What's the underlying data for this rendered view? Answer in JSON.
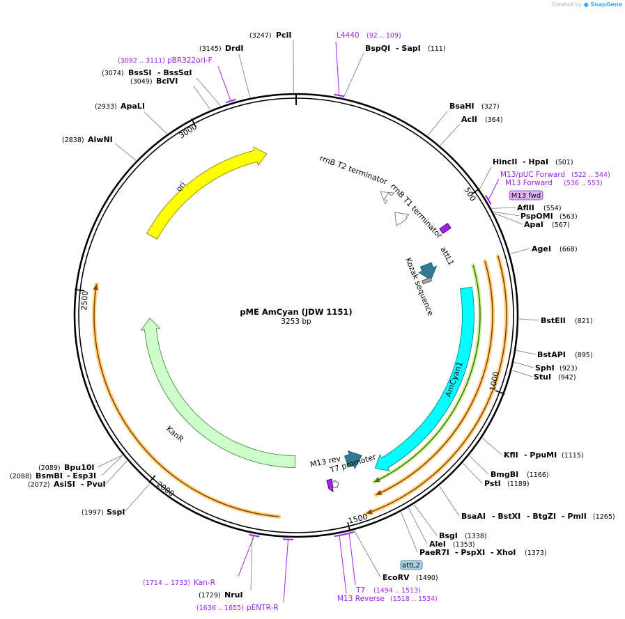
{
  "credit": {
    "prefix": "Created by",
    "brand": "SnapGene"
  },
  "plasmid": {
    "name": "pME AmCyan (JDW 1151)",
    "size_label": "3253 bp"
  },
  "ticks": [
    "500",
    "1000",
    "1500",
    "2000",
    "2500",
    "3000"
  ],
  "enzymes": [
    {
      "id": "pcii",
      "pos": "(3247)",
      "name": "PciI"
    },
    {
      "id": "drdi",
      "pos": "(3145)",
      "name": "DrdI"
    },
    {
      "id": "bsssi",
      "pos": "(3074)",
      "name": "BssSI",
      "alt": "- BssSαI"
    },
    {
      "id": "bcivi",
      "pos": "(3049)",
      "name": "BciVI"
    },
    {
      "id": "apali",
      "pos": "(2933)",
      "name": "ApaLI"
    },
    {
      "id": "alwni",
      "pos": "(2838)",
      "name": "AlwNI"
    },
    {
      "id": "bspqi",
      "name": "BspQI",
      "alt": "- SapI",
      "pos": "(111)"
    },
    {
      "id": "bsahi",
      "name": "BsaHI",
      "pos": "(327)"
    },
    {
      "id": "acli",
      "name": "AclI",
      "pos": "(364)"
    },
    {
      "id": "hincii",
      "name": "HincII",
      "alt": "- HpaI",
      "pos": "(501)"
    },
    {
      "id": "aflii",
      "name": "AflII",
      "pos": "(554)"
    },
    {
      "id": "pspomi",
      "name": "PspOMI",
      "pos": "(563)"
    },
    {
      "id": "apai",
      "name": "ApaI",
      "pos": "(567)"
    },
    {
      "id": "agei",
      "name": "AgeI",
      "pos": "(668)"
    },
    {
      "id": "bsteii",
      "name": "BstEII",
      "pos": "(821)"
    },
    {
      "id": "bstapi",
      "name": "BstAPI",
      "pos": "(895)"
    },
    {
      "id": "sphi",
      "name": "SphI",
      "pos": "(923)"
    },
    {
      "id": "stui",
      "name": "StuI",
      "pos": "(942)"
    },
    {
      "id": "kfli",
      "name": "KflI",
      "alt": "- PpuMI",
      "pos": "(1115)"
    },
    {
      "id": "bmgbi",
      "name": "BmgBI",
      "pos": "(1166)"
    },
    {
      "id": "psti",
      "name": "PstI",
      "pos": "(1189)"
    },
    {
      "id": "bsaai",
      "name": "BsaAI",
      "alt": "- BstXI",
      "alt2": "- BtgZI",
      "alt3": "- PmlI",
      "pos": "(1265)"
    },
    {
      "id": "bsgi",
      "name": "BsgI",
      "pos": "(1338)"
    },
    {
      "id": "alei",
      "name": "AleI",
      "pos": "(1353)"
    },
    {
      "id": "paer7i",
      "name": "PaeR7I",
      "alt": "- PspXI",
      "alt2": "- XhoI",
      "pos": "(1373)"
    },
    {
      "id": "ecorv",
      "name": "EcoRV",
      "pos": "(1490)"
    },
    {
      "id": "nrui",
      "pos": "(1729)",
      "name": "NruI"
    },
    {
      "id": "sspi",
      "pos": "(1997)",
      "name": "SspI"
    },
    {
      "id": "asisi",
      "pos": "(2072)",
      "name": "AsiSI",
      "alt": "- PvuI"
    },
    {
      "id": "bsmbi",
      "pos": "(2088)",
      "name": "BsmBI",
      "alt": "- Esp3I"
    },
    {
      "id": "bpu10i",
      "pos": "(2089)",
      "name": "Bpu10I"
    }
  ],
  "primers": [
    {
      "id": "l4440",
      "name": "L4440",
      "range": "(92 .. 109)"
    },
    {
      "id": "pbr322",
      "range": "(3092 .. 3111)",
      "name": "pBR322ori-F"
    },
    {
      "id": "m13puc",
      "name": "M13/pUC Forward",
      "range": "(522 .. 544)"
    },
    {
      "id": "m13fwd",
      "name": "M13 Forward",
      "range": "(536 .. 553)"
    },
    {
      "id": "kanr_p",
      "range": "(1714 .. 1733)",
      "name": "Kan-R"
    },
    {
      "id": "pentr",
      "range": "(1636 .. 1655)",
      "name": "pENTR-R"
    },
    {
      "id": "t7",
      "name": "T7",
      "range": "(1494 .. 1513)"
    },
    {
      "id": "m13rev",
      "name": "M13 Reverse",
      "range": "(1518 .. 1534)"
    }
  ],
  "boxed_labels": {
    "m13fwd": "M13 fwd",
    "attl2": "attL2"
  },
  "features": {
    "ori": "ori",
    "kanr": "KanR",
    "amcyan": "AmCyan1",
    "rrnb_t2": "rrnB T2 terminator",
    "rrnb_t1": "rrnB T1 terminator",
    "attl1": "attL1",
    "kozak": "Kozak sequence",
    "m13rev": "M13 rev",
    "t7promoter": "T7 promoter"
  },
  "colors": {
    "ori": "#ffff00",
    "kanr": "#ccffcc",
    "amcyan": "#00ffff",
    "att": "#317b92",
    "primer": "#a020f0",
    "orf_glow": "#ffd27f",
    "orf_core": "#8b4500",
    "green_orf": "#3a7d00"
  }
}
